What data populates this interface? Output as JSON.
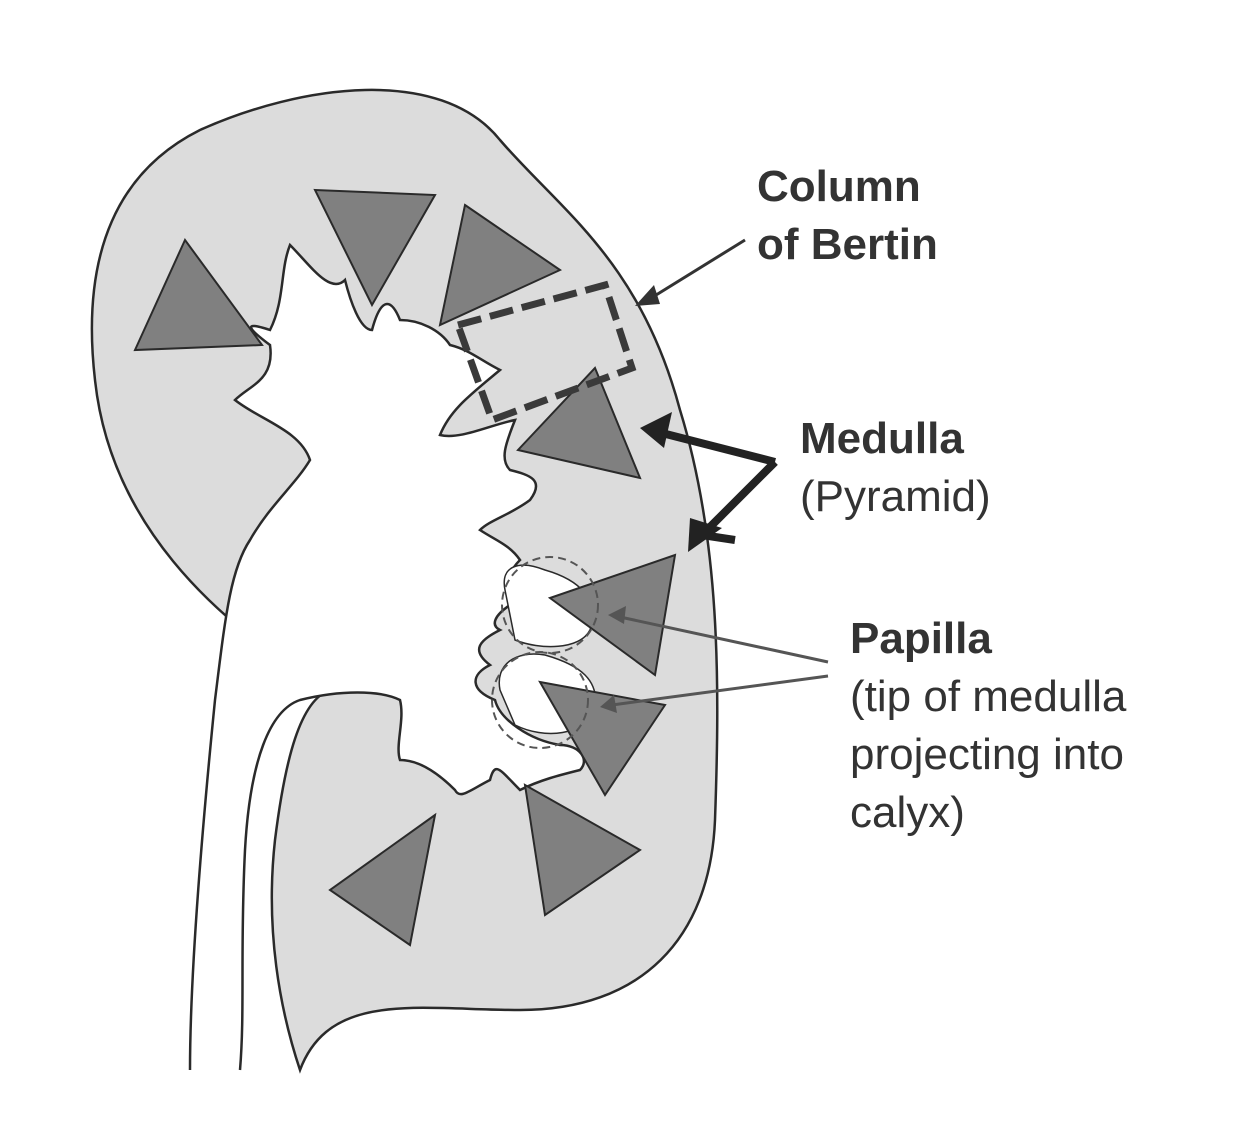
{
  "labels": {
    "column": {
      "line1": "Column",
      "line2": "of Bertin"
    },
    "medulla": {
      "title": "Medulla",
      "subtitle": "(Pyramid)"
    },
    "papilla": {
      "title": "Papilla",
      "line1": "(tip of medulla",
      "line2": "projecting into",
      "line3": "calyx)"
    }
  },
  "colors": {
    "cortex": "#dcdcdc",
    "pyramid": "#808080",
    "sinus": "#ffffff",
    "outline": "#2a2a2a",
    "text": "#333333"
  }
}
